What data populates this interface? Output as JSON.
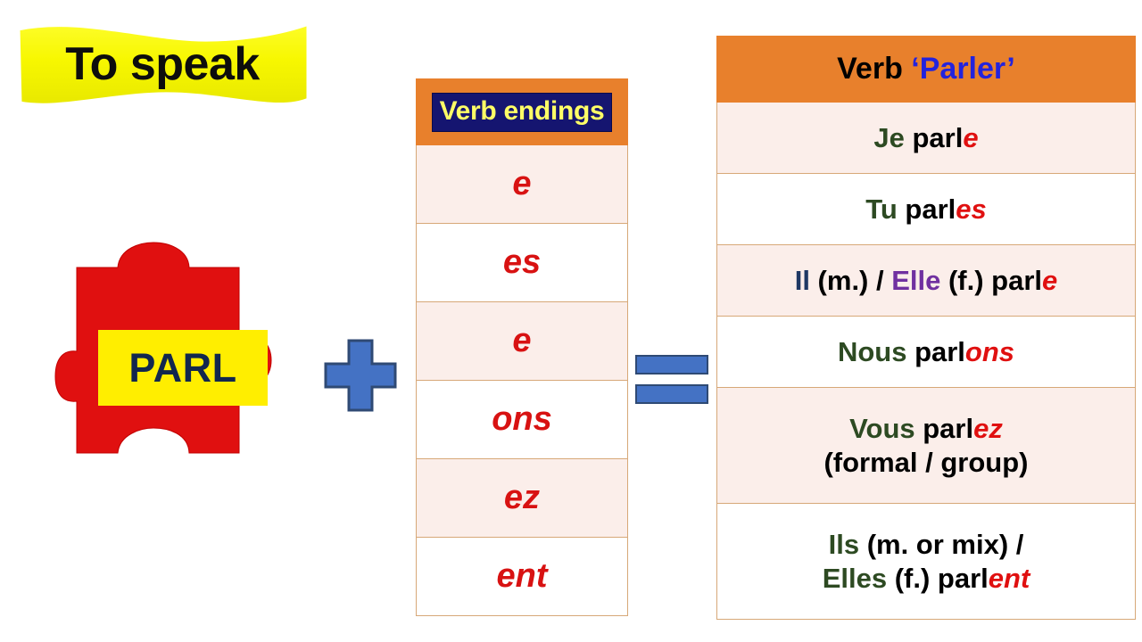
{
  "title_banner": {
    "text": "To speak",
    "bg_color": "#ffee00",
    "text_color": "#0d0d0d"
  },
  "puzzle": {
    "stem_label": "PARL",
    "piece_color": "#e01010",
    "band_color": "#ffee00",
    "label_color": "#12274e"
  },
  "operators": {
    "plus": "+",
    "equals": "=",
    "color": "#4472c4"
  },
  "endings_table": {
    "header": "Verb endings",
    "header_bg": "#e8802c",
    "header_box_bg": "#151570",
    "header_text_color": "#ffff66",
    "ending_color": "#d81212",
    "rows": [
      {
        "ending": "e",
        "shade": "tint"
      },
      {
        "ending": "es",
        "shade": "plain"
      },
      {
        "ending": "e",
        "shade": "tint"
      },
      {
        "ending": "ons",
        "shade": "plain"
      },
      {
        "ending": "ez",
        "shade": "tint"
      },
      {
        "ending": "ent",
        "shade": "plain"
      }
    ]
  },
  "conjugation_table": {
    "header_prefix": "Verb ",
    "header_verb": "‘Parler’",
    "header_bg": "#e8802c",
    "header_verb_color": "#2323dd",
    "rows": [
      {
        "shade": "tint",
        "height": "h80",
        "lines": [
          [
            {
              "t": "Je ",
              "c": "pron-green"
            },
            {
              "t": " parl",
              "c": ""
            },
            {
              "t": "e",
              "c": "ending-red"
            }
          ]
        ]
      },
      {
        "shade": "plain",
        "height": "h80",
        "lines": [
          [
            {
              "t": "Tu ",
              "c": "pron-green"
            },
            {
              "t": "parl",
              "c": ""
            },
            {
              "t": "es",
              "c": "ending-red"
            }
          ]
        ]
      },
      {
        "shade": "tint",
        "height": "h80",
        "lines": [
          [
            {
              "t": "Il",
              "c": "pron-blue"
            },
            {
              "t": " (m.) / ",
              "c": ""
            },
            {
              "t": "Elle",
              "c": "pron-purple"
            },
            {
              "t": " (f.) parl",
              "c": ""
            },
            {
              "t": "e",
              "c": "ending-red"
            }
          ]
        ]
      },
      {
        "shade": "plain",
        "height": "h80",
        "lines": [
          [
            {
              "t": "Nous ",
              "c": "pron-green"
            },
            {
              "t": "parl",
              "c": ""
            },
            {
              "t": "ons",
              "c": "ending-red"
            }
          ]
        ]
      },
      {
        "shade": "tint",
        "height": "h130",
        "lines": [
          [
            {
              "t": "Vous ",
              "c": "pron-green"
            },
            {
              "t": "parl",
              "c": ""
            },
            {
              "t": "ez",
              "c": "ending-red"
            }
          ],
          [
            {
              "t": "(formal / group)",
              "c": ""
            }
          ]
        ]
      },
      {
        "shade": "plain",
        "height": "h130",
        "lines": [
          [
            {
              "t": "Ils",
              "c": "pron-green"
            },
            {
              "t": " (m. or mix) /",
              "c": ""
            }
          ],
          [
            {
              "t": "Elles",
              "c": "pron-green"
            },
            {
              "t": "  (f.) parl",
              "c": ""
            },
            {
              "t": "ent",
              "c": "ending-red"
            }
          ]
        ]
      }
    ]
  }
}
